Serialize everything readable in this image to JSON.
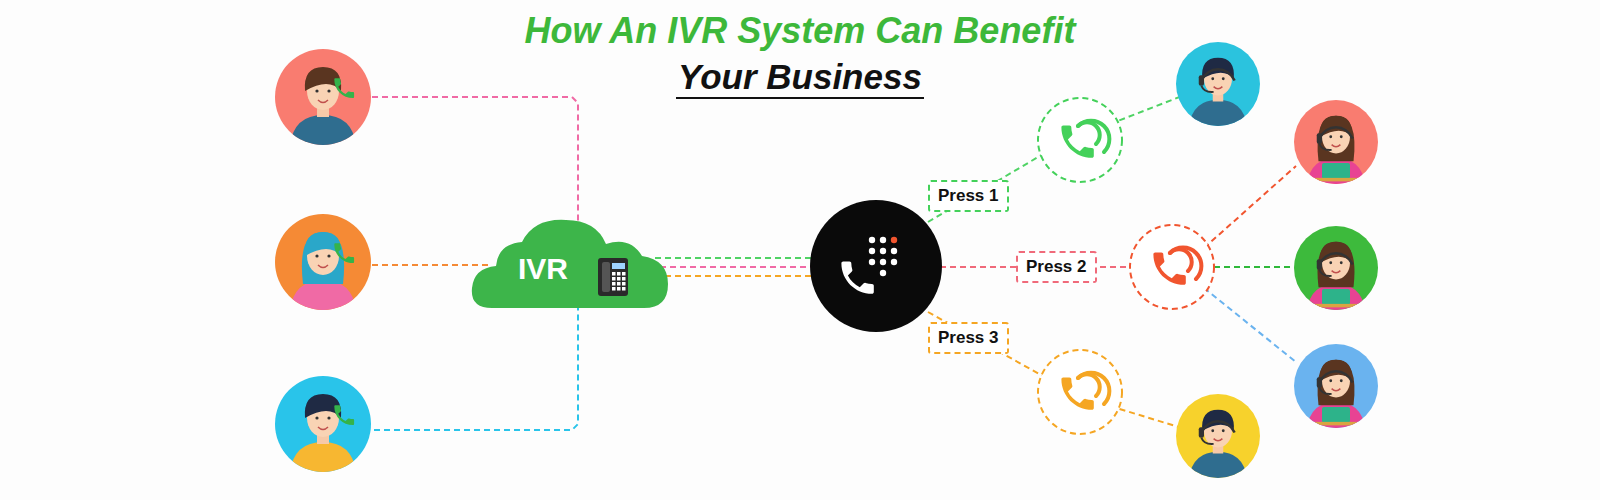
{
  "diagram": {
    "title": "How An IVR System Can Benefit",
    "nodes": [
      {
        "text": [
          "IVR"
        ]
      },
      {
        "text": [
          "Press 1"
        ]
      },
      {
        "text": [
          "Press 2"
        ]
      },
      {
        "text": [
          "Press 3"
        ]
      }
    ],
    "labels": [
      "Your Business"
    ]
  }
}
